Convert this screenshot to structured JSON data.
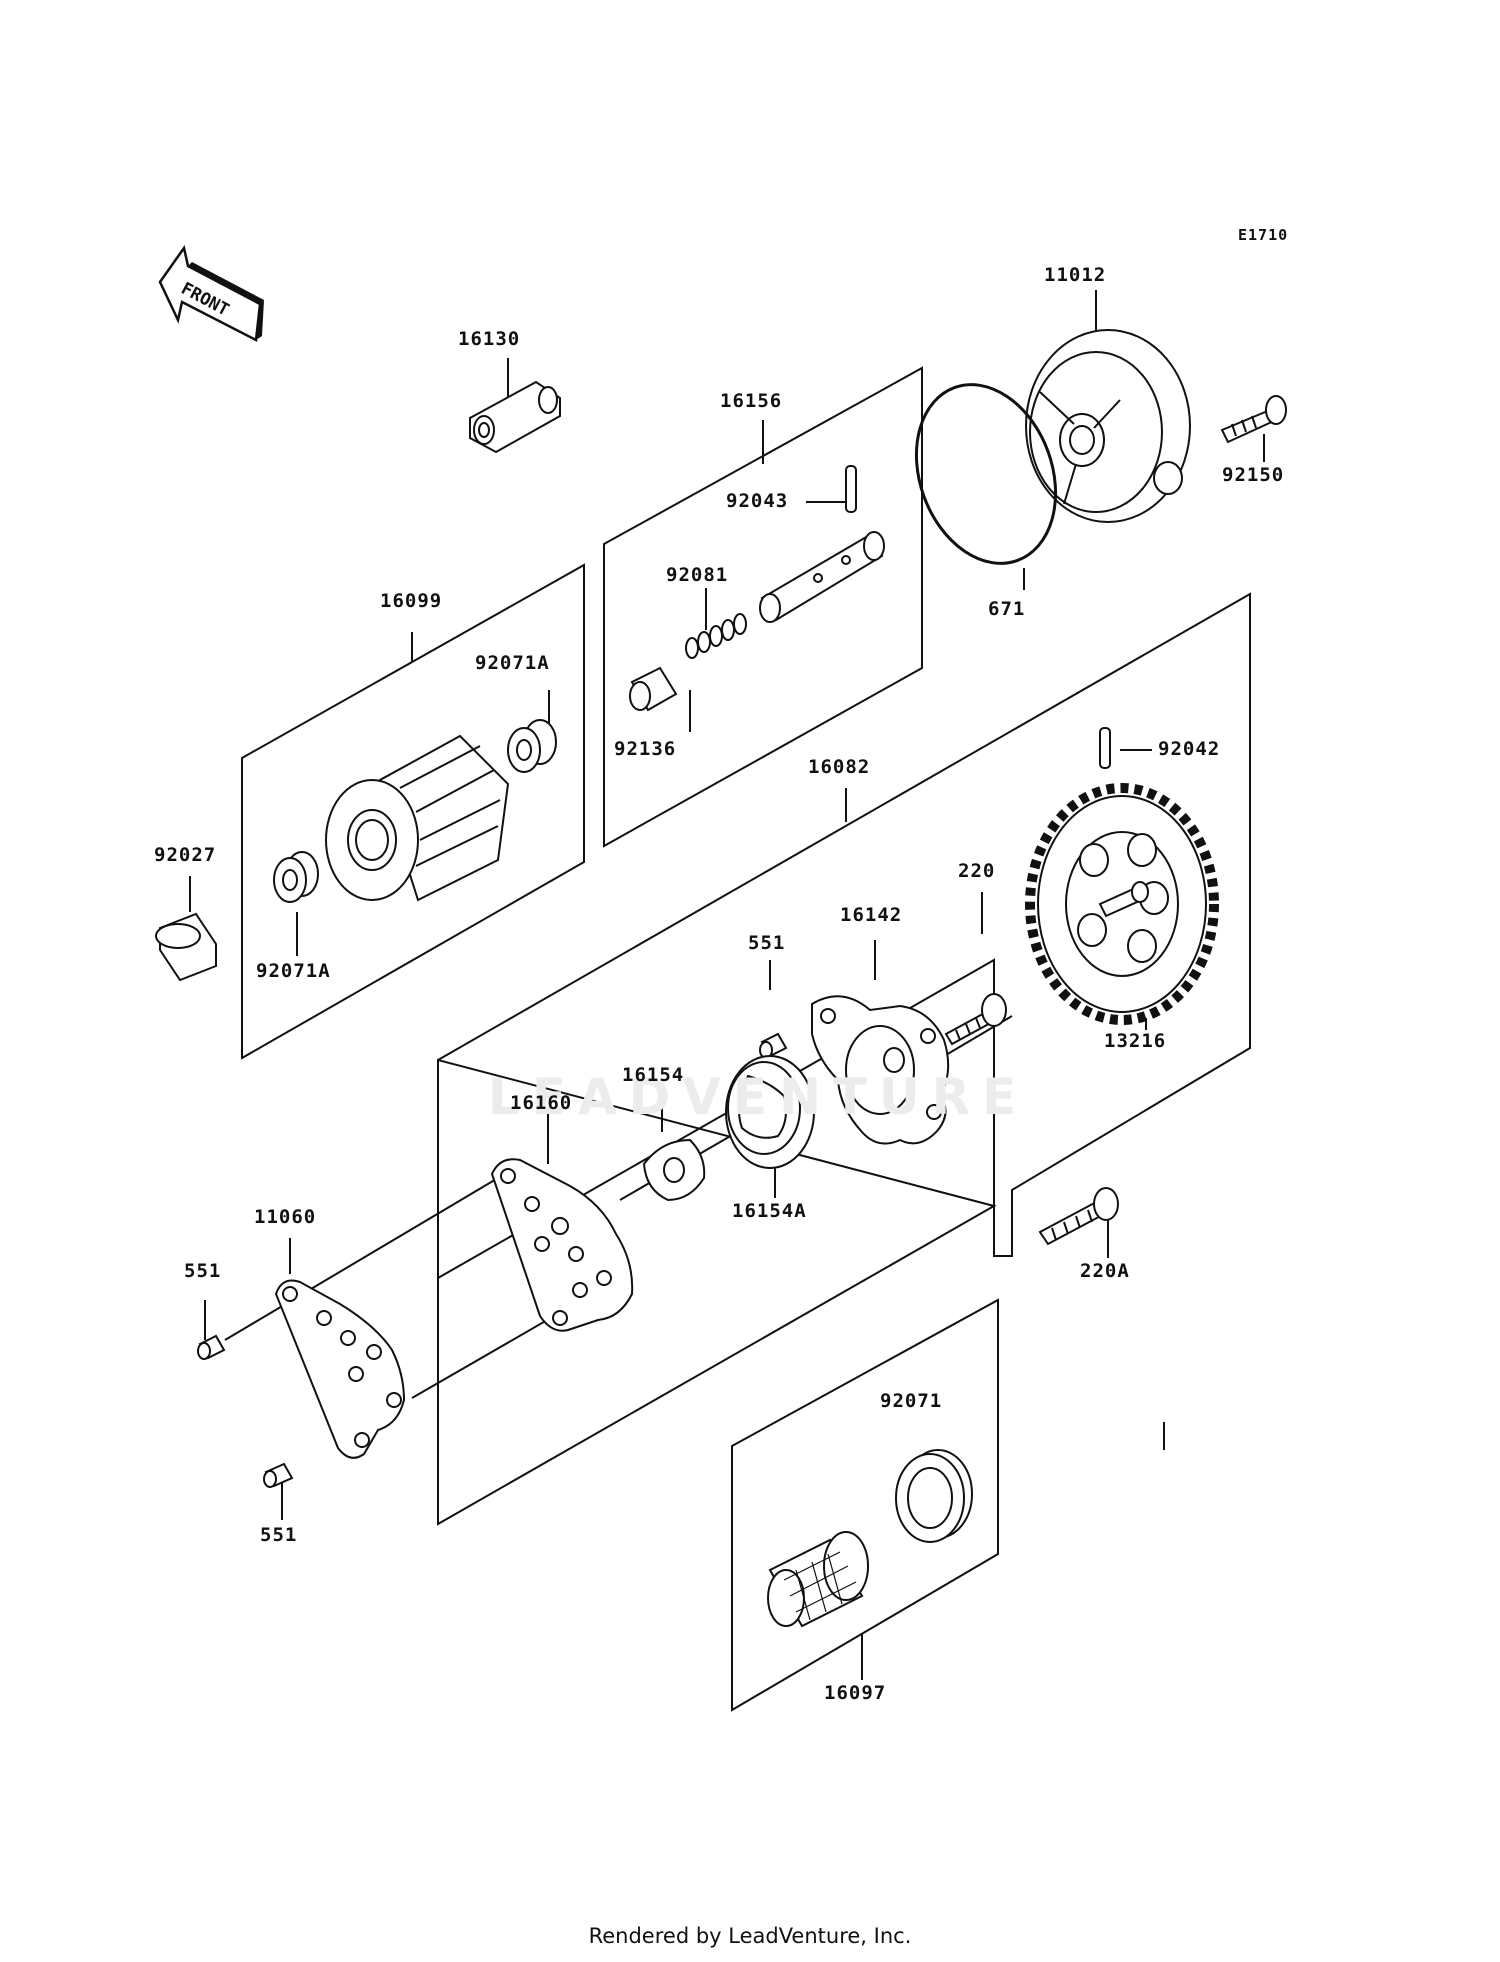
{
  "diagram_code": "E1710",
  "footer": "Rendered by LeadVenture, Inc.",
  "watermark": "LEADVENTURE",
  "front_indicator": "FRONT",
  "parts": {
    "p16130": "16130",
    "p16156": "16156",
    "p92043": "92043",
    "p92081": "92081",
    "p92136": "92136",
    "p11012": "11012",
    "p92150": "92150",
    "p671": "671",
    "p16099": "16099",
    "p92071A_top": "92071A",
    "p92071A_bottom": "92071A",
    "p92027": "92027",
    "p16082": "16082",
    "p92042": "92042",
    "p220": "220",
    "p16142": "16142",
    "p551_top": "551",
    "p13216": "13216",
    "p16154": "16154",
    "p16160": "16160",
    "p16154A": "16154A",
    "p11060": "11060",
    "p551_left": "551",
    "p551_bottom": "551",
    "p220A": "220A",
    "p92071": "92071",
    "p16097": "16097"
  }
}
